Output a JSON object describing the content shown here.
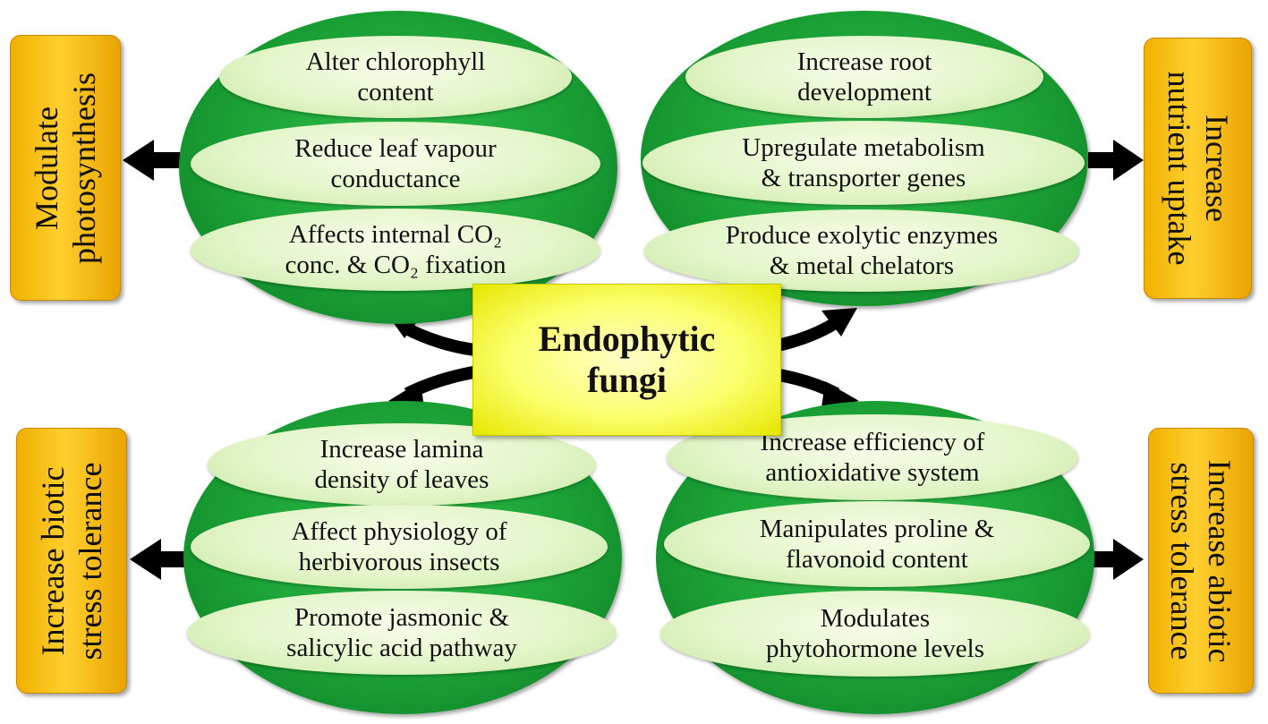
{
  "center": {
    "label": "Endophytic\nfungi"
  },
  "quadrants": {
    "top_left": {
      "outcome": "Modulate\nphotosynthesis",
      "mechanisms": [
        "Alter chlorophyll\ncontent",
        "Reduce leaf vapour\nconductance",
        "Affects internal CO₂\nconc. & CO₂ fixation"
      ]
    },
    "top_right": {
      "outcome": "Increase\nnutrient uptake",
      "mechanisms": [
        "Increase root\ndevelopment",
        "Upregulate metabolism\n& transporter genes",
        "Produce exolytic enzymes\n& metal chelators"
      ]
    },
    "bottom_left": {
      "outcome": "Increase biotic\nstress tolerance",
      "mechanisms": [
        "Increase lamina\ndensity of leaves",
        "Affect physiology of\nherbivorous insects",
        "Promote jasmonic &\nsalicylic acid pathway"
      ]
    },
    "bottom_right": {
      "outcome": "Increase abiotic\nstress tolerance",
      "mechanisms": [
        "Increase efficiency of\nantioxidative system",
        "Manipulates proline &\nflavonoid content",
        "Modulates\nphytohormone levels"
      ]
    }
  },
  "colors": {
    "green_ellipse": "#1aa035",
    "pill": "#e3f5c9",
    "outcome_box": "#ffc61a",
    "center_box": "#fbff6a",
    "arrow": "#000000"
  }
}
